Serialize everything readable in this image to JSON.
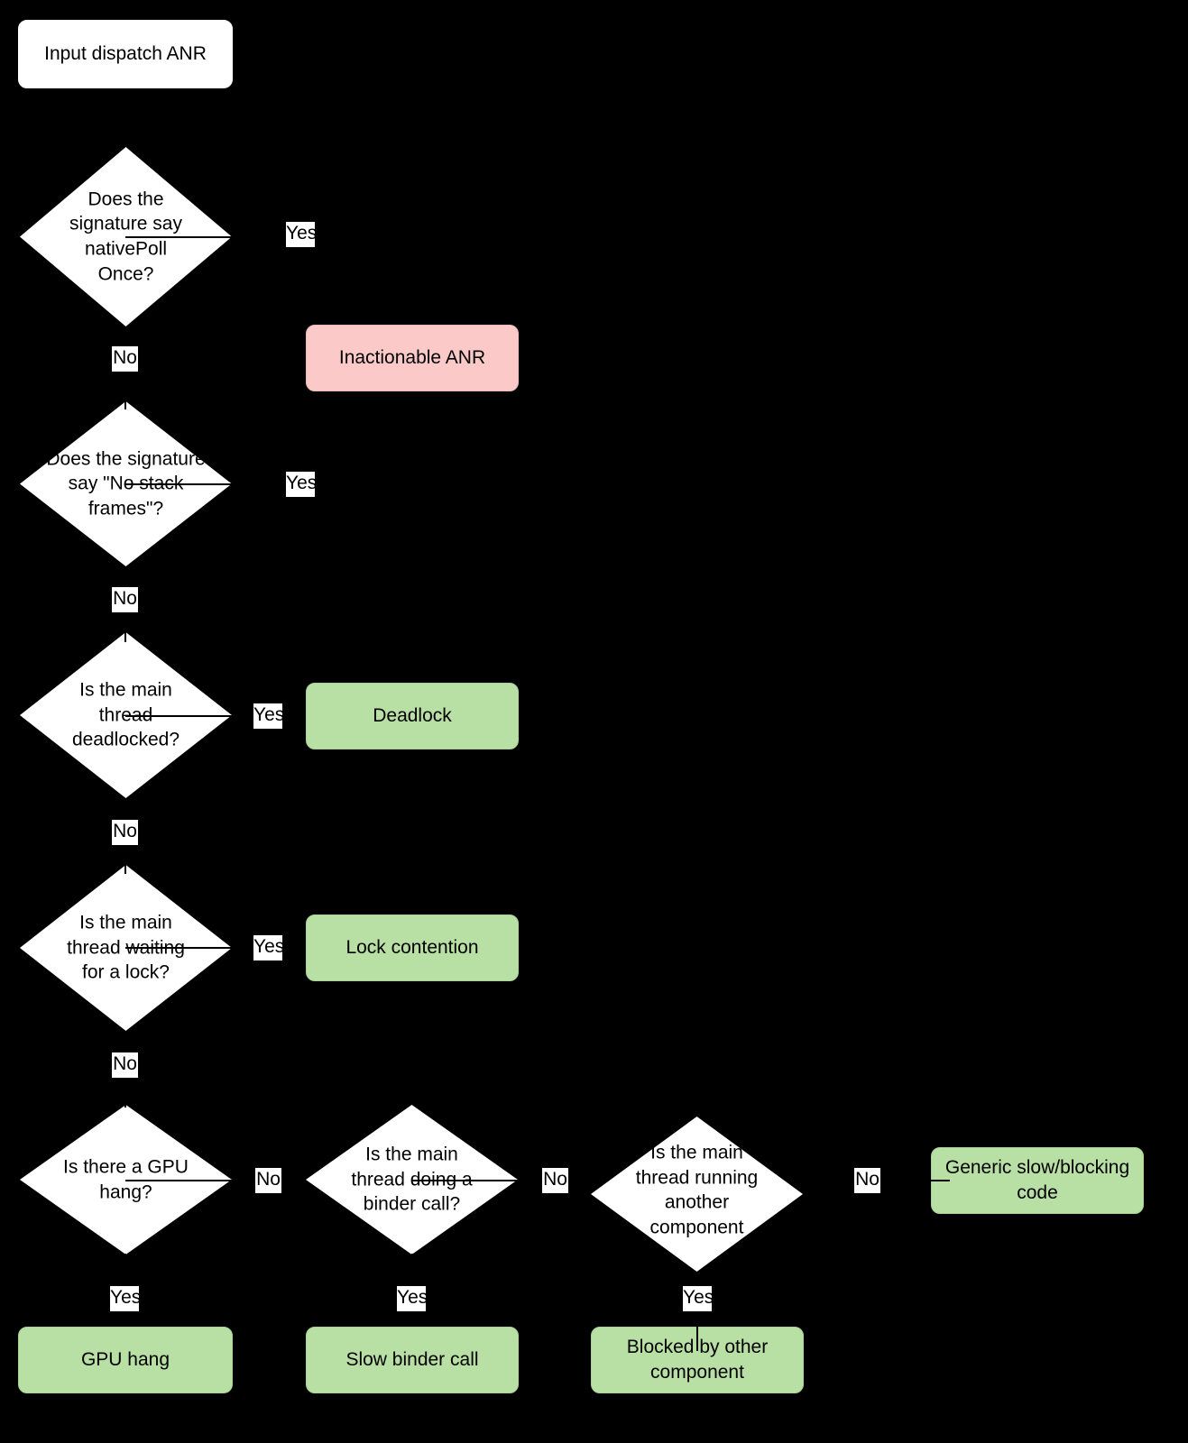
{
  "diagram": {
    "title": "Input dispatch ANR triage flowchart",
    "background_color": "#000000",
    "colors": {
      "start_fill": "#ffffff",
      "decision_fill": "#ffffff",
      "inactionable_fill": "#fcc9c9",
      "outcome_fill": "#b8dfa4",
      "edge_label_fill": "#ffffff",
      "text": "#000000"
    },
    "nodes": {
      "start": {
        "label": "Input dispatch ANR",
        "type": "start"
      },
      "d_nativepoll": {
        "label": "Does the signature say nativePoll Once?",
        "type": "decision"
      },
      "inactionable": {
        "label": "Inactionable ANR",
        "type": "outcome-bad"
      },
      "d_nostack": {
        "label": "Does the signature say \"No stack frames\"?",
        "type": "decision"
      },
      "d_deadlock": {
        "label": "Is the main thread deadlocked?",
        "type": "decision"
      },
      "deadlock": {
        "label": "Deadlock",
        "type": "outcome-good"
      },
      "d_lock": {
        "label": "Is the main thread waiting for a lock?",
        "type": "decision"
      },
      "lock_contention": {
        "label": "Lock contention",
        "type": "outcome-good"
      },
      "d_gpu": {
        "label": "Is there a GPU hang?",
        "type": "decision"
      },
      "gpu_hang": {
        "label": "GPU hang",
        "type": "outcome-good"
      },
      "d_binder": {
        "label": "Is the main thread doing a binder call?",
        "type": "decision"
      },
      "slow_binder": {
        "label": "Slow binder call",
        "type": "outcome-good"
      },
      "d_component": {
        "label": "Is the main thread running another component",
        "type": "decision"
      },
      "blocked_component": {
        "label": "Blocked by other component",
        "type": "outcome-good"
      },
      "generic_slow": {
        "label": "Generic slow/blocking code",
        "type": "outcome-good"
      }
    },
    "edge_labels": {
      "nativepoll_yes": "Yes",
      "nativepoll_no": "No",
      "nostack_yes": "Yes",
      "nostack_no": "No",
      "deadlock_yes": "Yes",
      "deadlock_no": "No",
      "lock_yes": "Yes",
      "lock_no": "No",
      "gpu_no": "No",
      "gpu_yes": "Yes",
      "binder_no": "No",
      "binder_yes": "Yes",
      "component_no": "No",
      "component_yes": "Yes"
    }
  }
}
